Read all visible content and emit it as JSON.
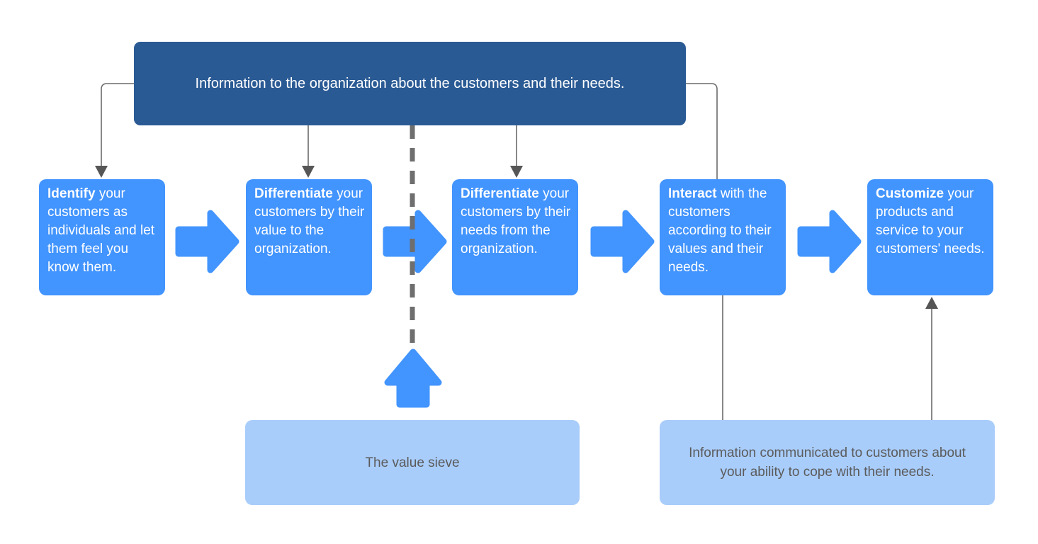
{
  "diagram": {
    "top_box": {
      "text": "Information to the organization about the customers and their needs."
    },
    "steps": [
      {
        "bold": "Identify",
        "rest": " your customers as individuals and let them feel you know them."
      },
      {
        "bold": "Differentiate",
        "rest": " your customers by their value to the organization."
      },
      {
        "bold": "Differentiate",
        "rest": " your customers by their needs from the organization."
      },
      {
        "bold": "Interact",
        "rest": " with the customers according to their values and their needs."
      },
      {
        "bold": "Customize",
        "rest": " your products and service to your customers' needs."
      }
    ],
    "value_sieve_box": {
      "text": "The value sieve"
    },
    "feedback_box": {
      "text": "Information communicated to customers about your ability to cope with their needs."
    },
    "icons": {
      "flow_arrow": "block-arrow-right-icon",
      "sieve_arrow": "block-arrow-up-icon"
    },
    "colors": {
      "dark_blue": "#2A5A94",
      "bright_blue": "#4294FE",
      "light_blue": "#A9CDFB",
      "connector_gray": "#6B6B6B",
      "arrowhead_gray": "#565656",
      "dashed_gray": "#6E6E6E",
      "light_box_text": "#5B5B5B"
    }
  }
}
